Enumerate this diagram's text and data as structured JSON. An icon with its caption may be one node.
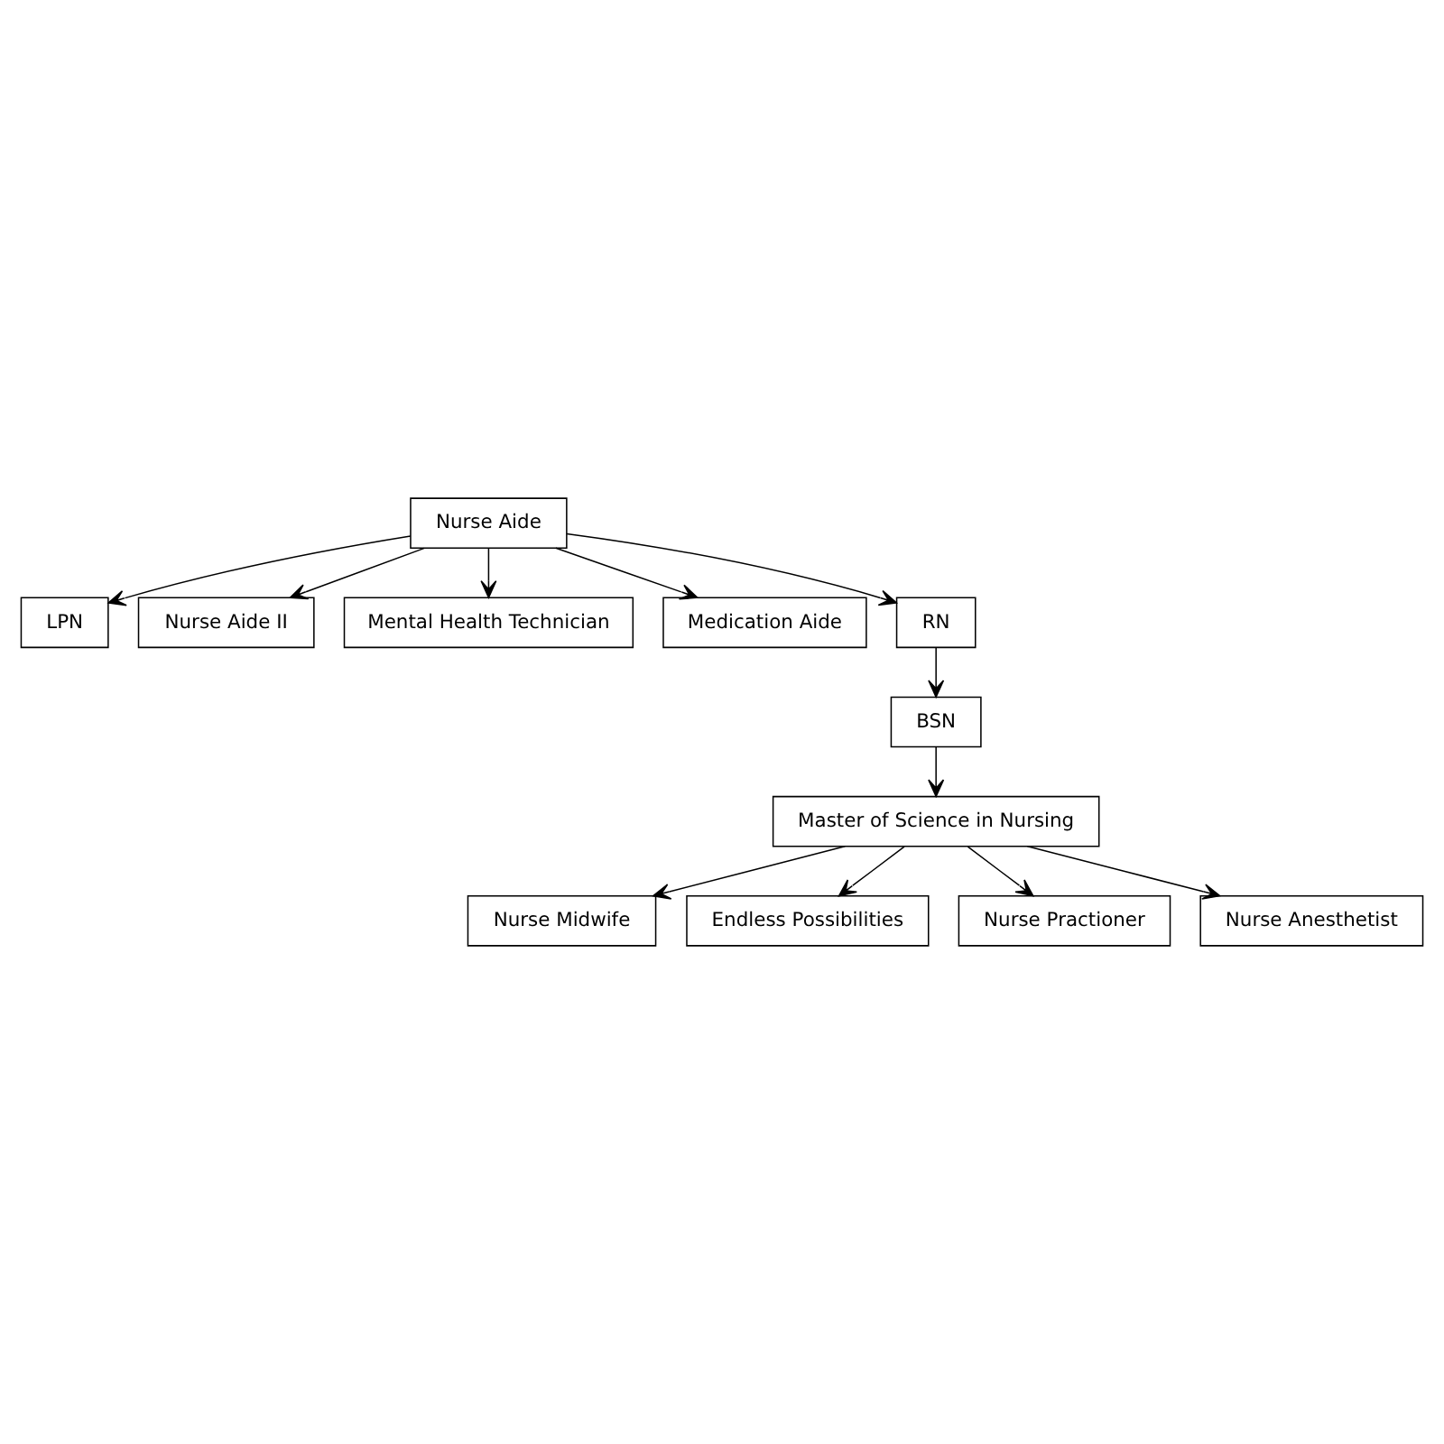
{
  "diagram": {
    "nodes": [
      {
        "text": [
          "Nurse Aide"
        ]
      },
      {
        "text": [
          "LPN"
        ]
      },
      {
        "text": [
          "Nurse Aide II"
        ]
      },
      {
        "text": [
          "Mental Health Technician"
        ]
      },
      {
        "text": [
          "Medication Aide"
        ]
      },
      {
        "text": [
          "RN"
        ]
      },
      {
        "text": [
          "BSN"
        ]
      },
      {
        "text": [
          "Master of Science in Nursing"
        ]
      },
      {
        "text": [
          "Nurse Midwife"
        ]
      },
      {
        "text": [
          "Endless Possibilities"
        ]
      },
      {
        "text": [
          "Nurse Practioner"
        ]
      },
      {
        "text": [
          "Nurse Anesthetist"
        ]
      }
    ],
    "edges": [
      {
        "from": 0,
        "to": 1,
        "arrow": "to"
      },
      {
        "from": 0,
        "to": 2,
        "arrow": "to"
      },
      {
        "from": 0,
        "to": 3,
        "arrow": "to"
      },
      {
        "from": 0,
        "to": 4,
        "arrow": "to"
      },
      {
        "from": 0,
        "to": 5,
        "arrow": "to"
      },
      {
        "from": 5,
        "to": 6,
        "arrow": "to"
      },
      {
        "from": 6,
        "to": 7,
        "arrow": "to"
      },
      {
        "from": 7,
        "to": 8,
        "arrow": "to"
      },
      {
        "from": 7,
        "to": 9,
        "arrow": "to"
      },
      {
        "from": 7,
        "to": 10,
        "arrow": "to"
      },
      {
        "from": 7,
        "to": 11,
        "arrow": "to"
      }
    ]
  }
}
